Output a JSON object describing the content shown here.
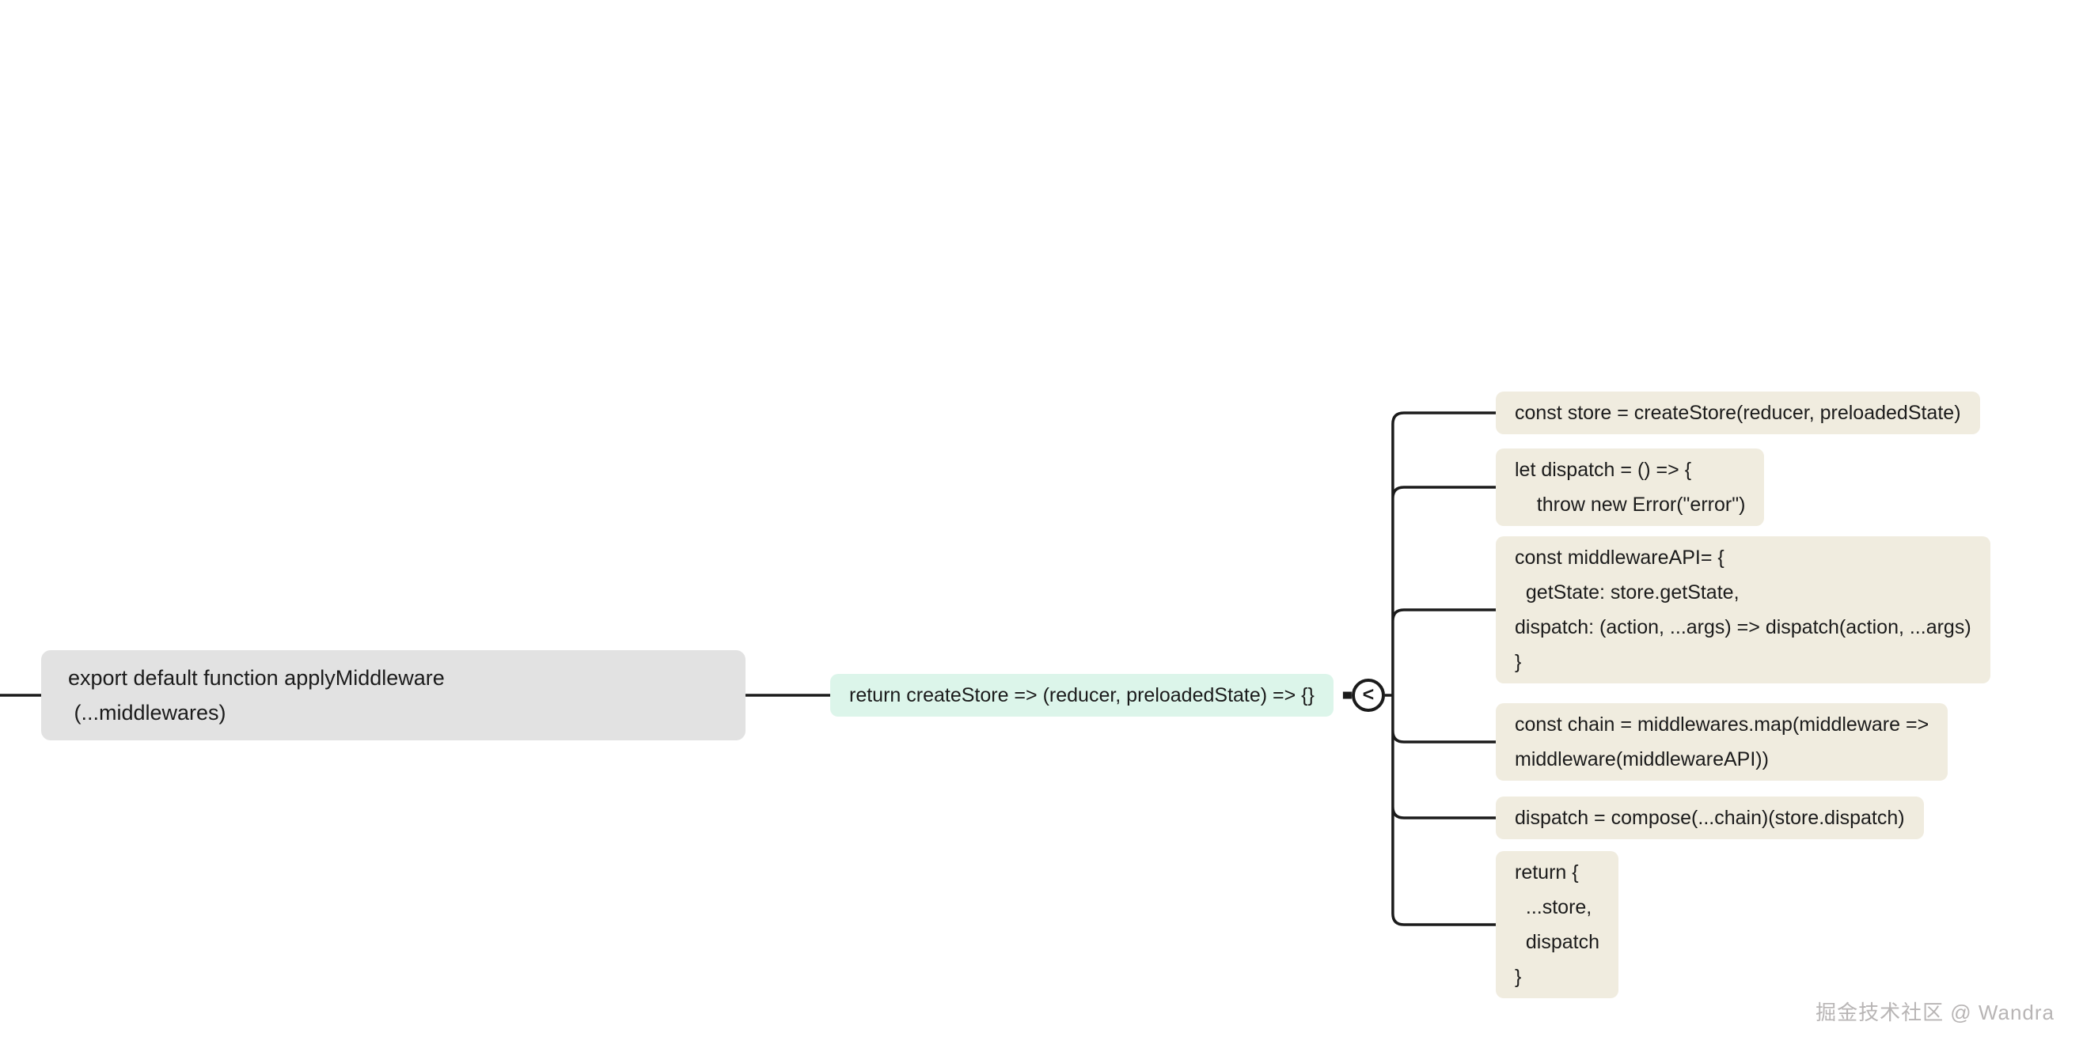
{
  "canvas": {
    "background": "#ffffff"
  },
  "watermark": {
    "text": "掘金技术社区 @ Wandra",
    "color": "#b8b5b5"
  },
  "mindmap": {
    "line_color": "#1b1b1b",
    "root_node": {
      "text": "export default function applyMiddleware\n (...middlewares)",
      "bg": "#e2e2e2"
    },
    "center_node": {
      "text": "return createStore => (reducer, preloadedState) => {}",
      "bg": "#dcf5ea"
    },
    "collapse_button": {
      "glyph": "<"
    },
    "child_bg": "#f0ecdf",
    "children": [
      {
        "text": "const store = createStore(reducer, preloadedState)"
      },
      {
        "text": "let dispatch = () => {\n    throw new Error(\"error\")"
      },
      {
        "text": "const middlewareAPI= {\n  getState: store.getState,\ndispatch: (action, ...args) => dispatch(action, ...args)\n}"
      },
      {
        "text": "const chain = middlewares.map(middleware =>\nmiddleware(middlewareAPI))"
      },
      {
        "text": "dispatch = compose(...chain)(store.dispatch)"
      },
      {
        "text": "return {\n  ...store,\n  dispatch\n}"
      }
    ]
  }
}
